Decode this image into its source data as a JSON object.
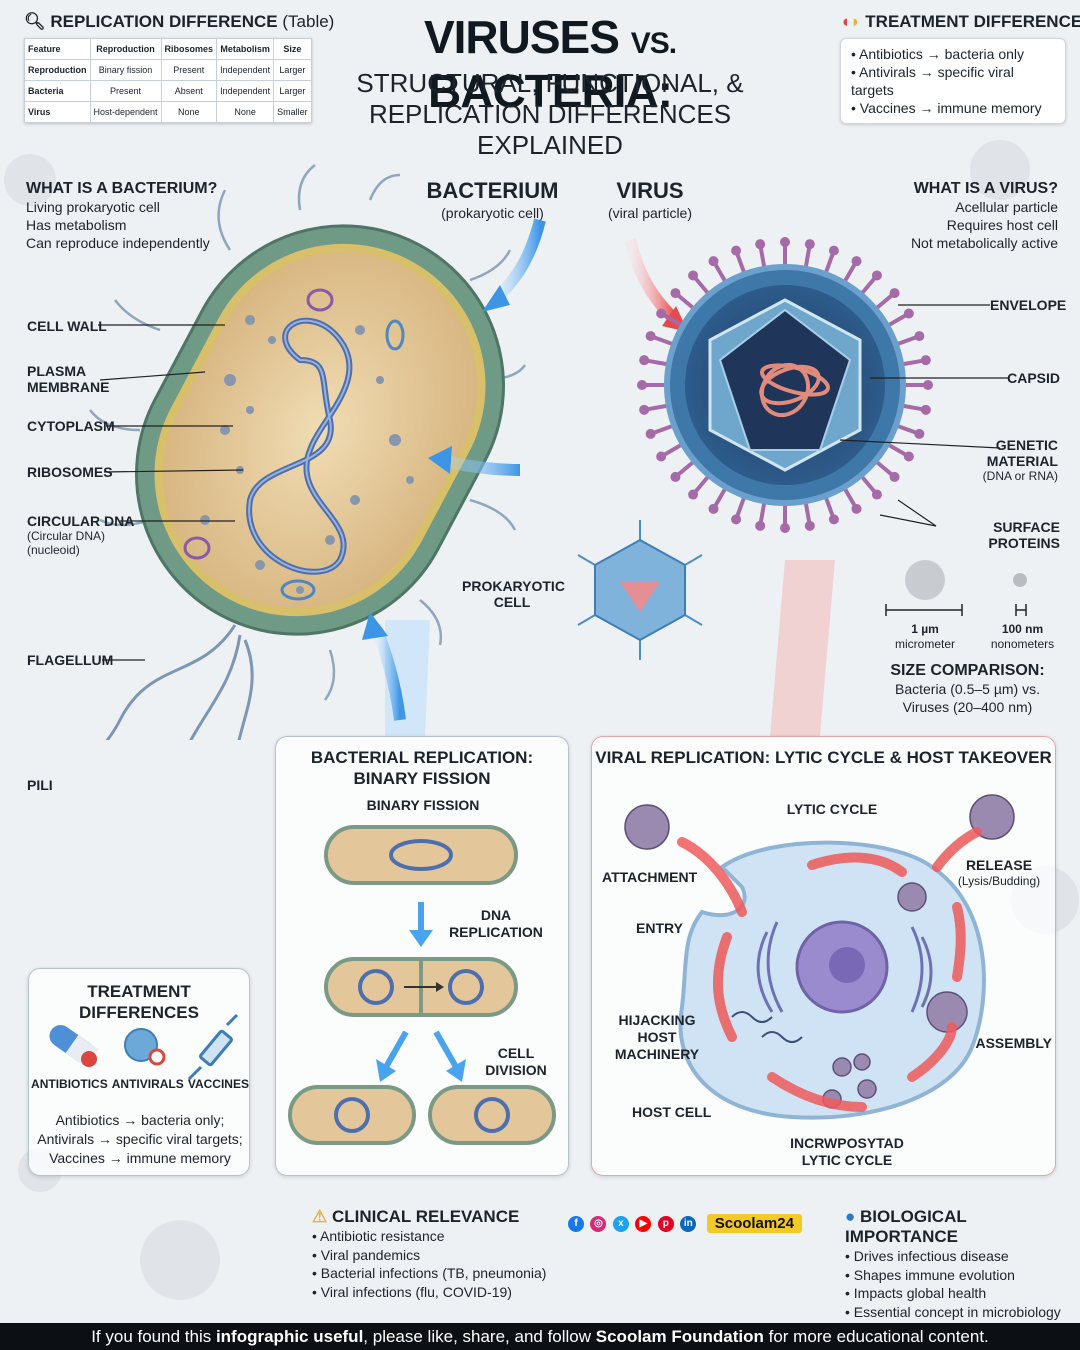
{
  "title": {
    "main_left": "VIRUSES",
    "vs": "VS.",
    "main_right": "BACTERIA:",
    "sub_line1": "STRUCTURAL, FUNCTIONAL, &",
    "sub_line2": "REPLICATION DIFFERENCES EXPLAINED"
  },
  "replication_table": {
    "title": "REPLICATION DIFFERENCE",
    "title_suffix": "(Table)",
    "header": [
      "Feature",
      "Reproduction",
      "Ribosomes",
      "Metabolism",
      "Size"
    ],
    "rows": [
      [
        "Reproduction",
        "Binary fission",
        "Present",
        "Independent",
        "Larger"
      ],
      [
        "Bacteria",
        "Present",
        "Absent",
        "Independent",
        "Larger"
      ],
      [
        "Virus",
        "Host-dependent",
        "None",
        "None",
        "Smaller"
      ]
    ]
  },
  "treatment_top": {
    "title": "TREATMENT DIFFERENCE",
    "items": [
      "Antibiotics → bacteria only",
      "Antivirals → specific viral targets",
      "Vaccines → immune memory"
    ]
  },
  "bacterium_info": {
    "heading": "WHAT IS A BACTERIUM?",
    "lines": [
      "Living prokaryotic cell",
      "Has metabolism",
      "Can reproduce independently"
    ]
  },
  "virus_info": {
    "heading": "WHAT IS A VIRUS?",
    "lines": [
      "Acellular particle",
      "Requires host cell",
      "Not metabolically active"
    ]
  },
  "bacterium_label": {
    "name": "BACTERIUM",
    "sub": "(prokaryotic cell)"
  },
  "virus_label": {
    "name": "VIRUS",
    "sub": "(viral particle)"
  },
  "bacterium_parts": {
    "cell_wall": "CELL WALL",
    "plasma_1": "PLASMA",
    "plasma_2": "MEMBRANE",
    "cytoplasm": "CYTOPLASM",
    "ribosomes": "RIBOSOMES",
    "dna": "CIRCULAR DNA",
    "dna_sub1": "(Circular DNA)",
    "dna_sub2": "(nucleoid)",
    "flagellum": "FLAGELLUM",
    "pili": "PILI",
    "prok_1": "PROKARYOTIC",
    "prok_2": "CELL"
  },
  "virus_parts": {
    "envelope": "ENVELOPE",
    "capsid": "CAPSID",
    "genetic_1": "GENETIC",
    "genetic_2": "MATERIAL",
    "genetic_sub": "(DNA or RNA)",
    "surface": "SURFACE PROTEINS"
  },
  "size_comparison": {
    "bar1_value": "1 µm",
    "bar1_unit": "micrometer",
    "bar2_value": "100 nm",
    "bar2_unit": "nonometers",
    "heading": "SIZE COMPARISON:",
    "line1": "Bacteria (0.5–5 µm) vs.",
    "line2": "Viruses (20–400 nm)"
  },
  "bacterial_replication": {
    "title_1": "BACTERIAL REPLICATION:",
    "title_2": "BINARY FISSION",
    "step1": "BINARY FISSION",
    "step2_1": "DNA",
    "step2_2": "REPLICATION",
    "step3": "CELL DIVISION"
  },
  "viral_replication": {
    "title": "VIRAL REPLICATION: LYTIC CYCLE & HOST TAKEOVER",
    "lytic": "LYTIC CYCLE",
    "attachment": "ATTACHMENT",
    "entry": "ENTRY",
    "hijack_1": "HIJACKING",
    "hijack_2": "HOST",
    "hijack_3": "MACHINERY",
    "host_cell": "HOST CELL",
    "release": "RELEASE",
    "release_sub": "(Lysis/Budding)",
    "assembly": "ASSEMBLY",
    "bottom_1": "INCRWPOSYTAD",
    "bottom_2": "LYTIC CYCLE"
  },
  "treatment_panel": {
    "title": "TREATMENT DIFFERENCES",
    "icon1": "ANTIBIOTICS",
    "icon2": "ANTIVIRALS",
    "icon3": "VACCINES",
    "line1": "Antibiotics → bacteria only;",
    "line2": "Antivirals → specific viral targets;",
    "line3": "Vaccines → immune memory"
  },
  "clinical": {
    "title": "CLINICAL RELEVANCE",
    "items": [
      "Antibiotic resistance",
      "Viral pandemics",
      "Bacterial infections (TB, pneumonia)",
      "Viral infections (flu, COVID-19)"
    ]
  },
  "biological": {
    "title": "BIOLOGICAL IMPORTANCE",
    "items": [
      "Drives infectious disease",
      "Shapes immune evolution",
      "Impacts global health",
      "Essential concept in microbiology"
    ]
  },
  "social": {
    "handle": "Scoolam24",
    "icons": [
      "facebook-icon",
      "instagram-icon",
      "x-icon",
      "youtube-icon",
      "pinterest-icon",
      "linkedin-icon"
    ]
  },
  "footer": {
    "p1": "If you found this ",
    "b1": "infographic useful",
    "p2": ", please like, share, and follow ",
    "b2": "Scoolam Foundation",
    "p3": " for more educational content."
  },
  "colors": {
    "bacterium_wall": "#6f9a86",
    "cytoplasm": "#e3c79a",
    "virus_envelope": "#3e78a8",
    "spike": "#a56aa8",
    "arrow_blue": "#4aa3ee",
    "arrow_red": "#ee5a5a"
  }
}
